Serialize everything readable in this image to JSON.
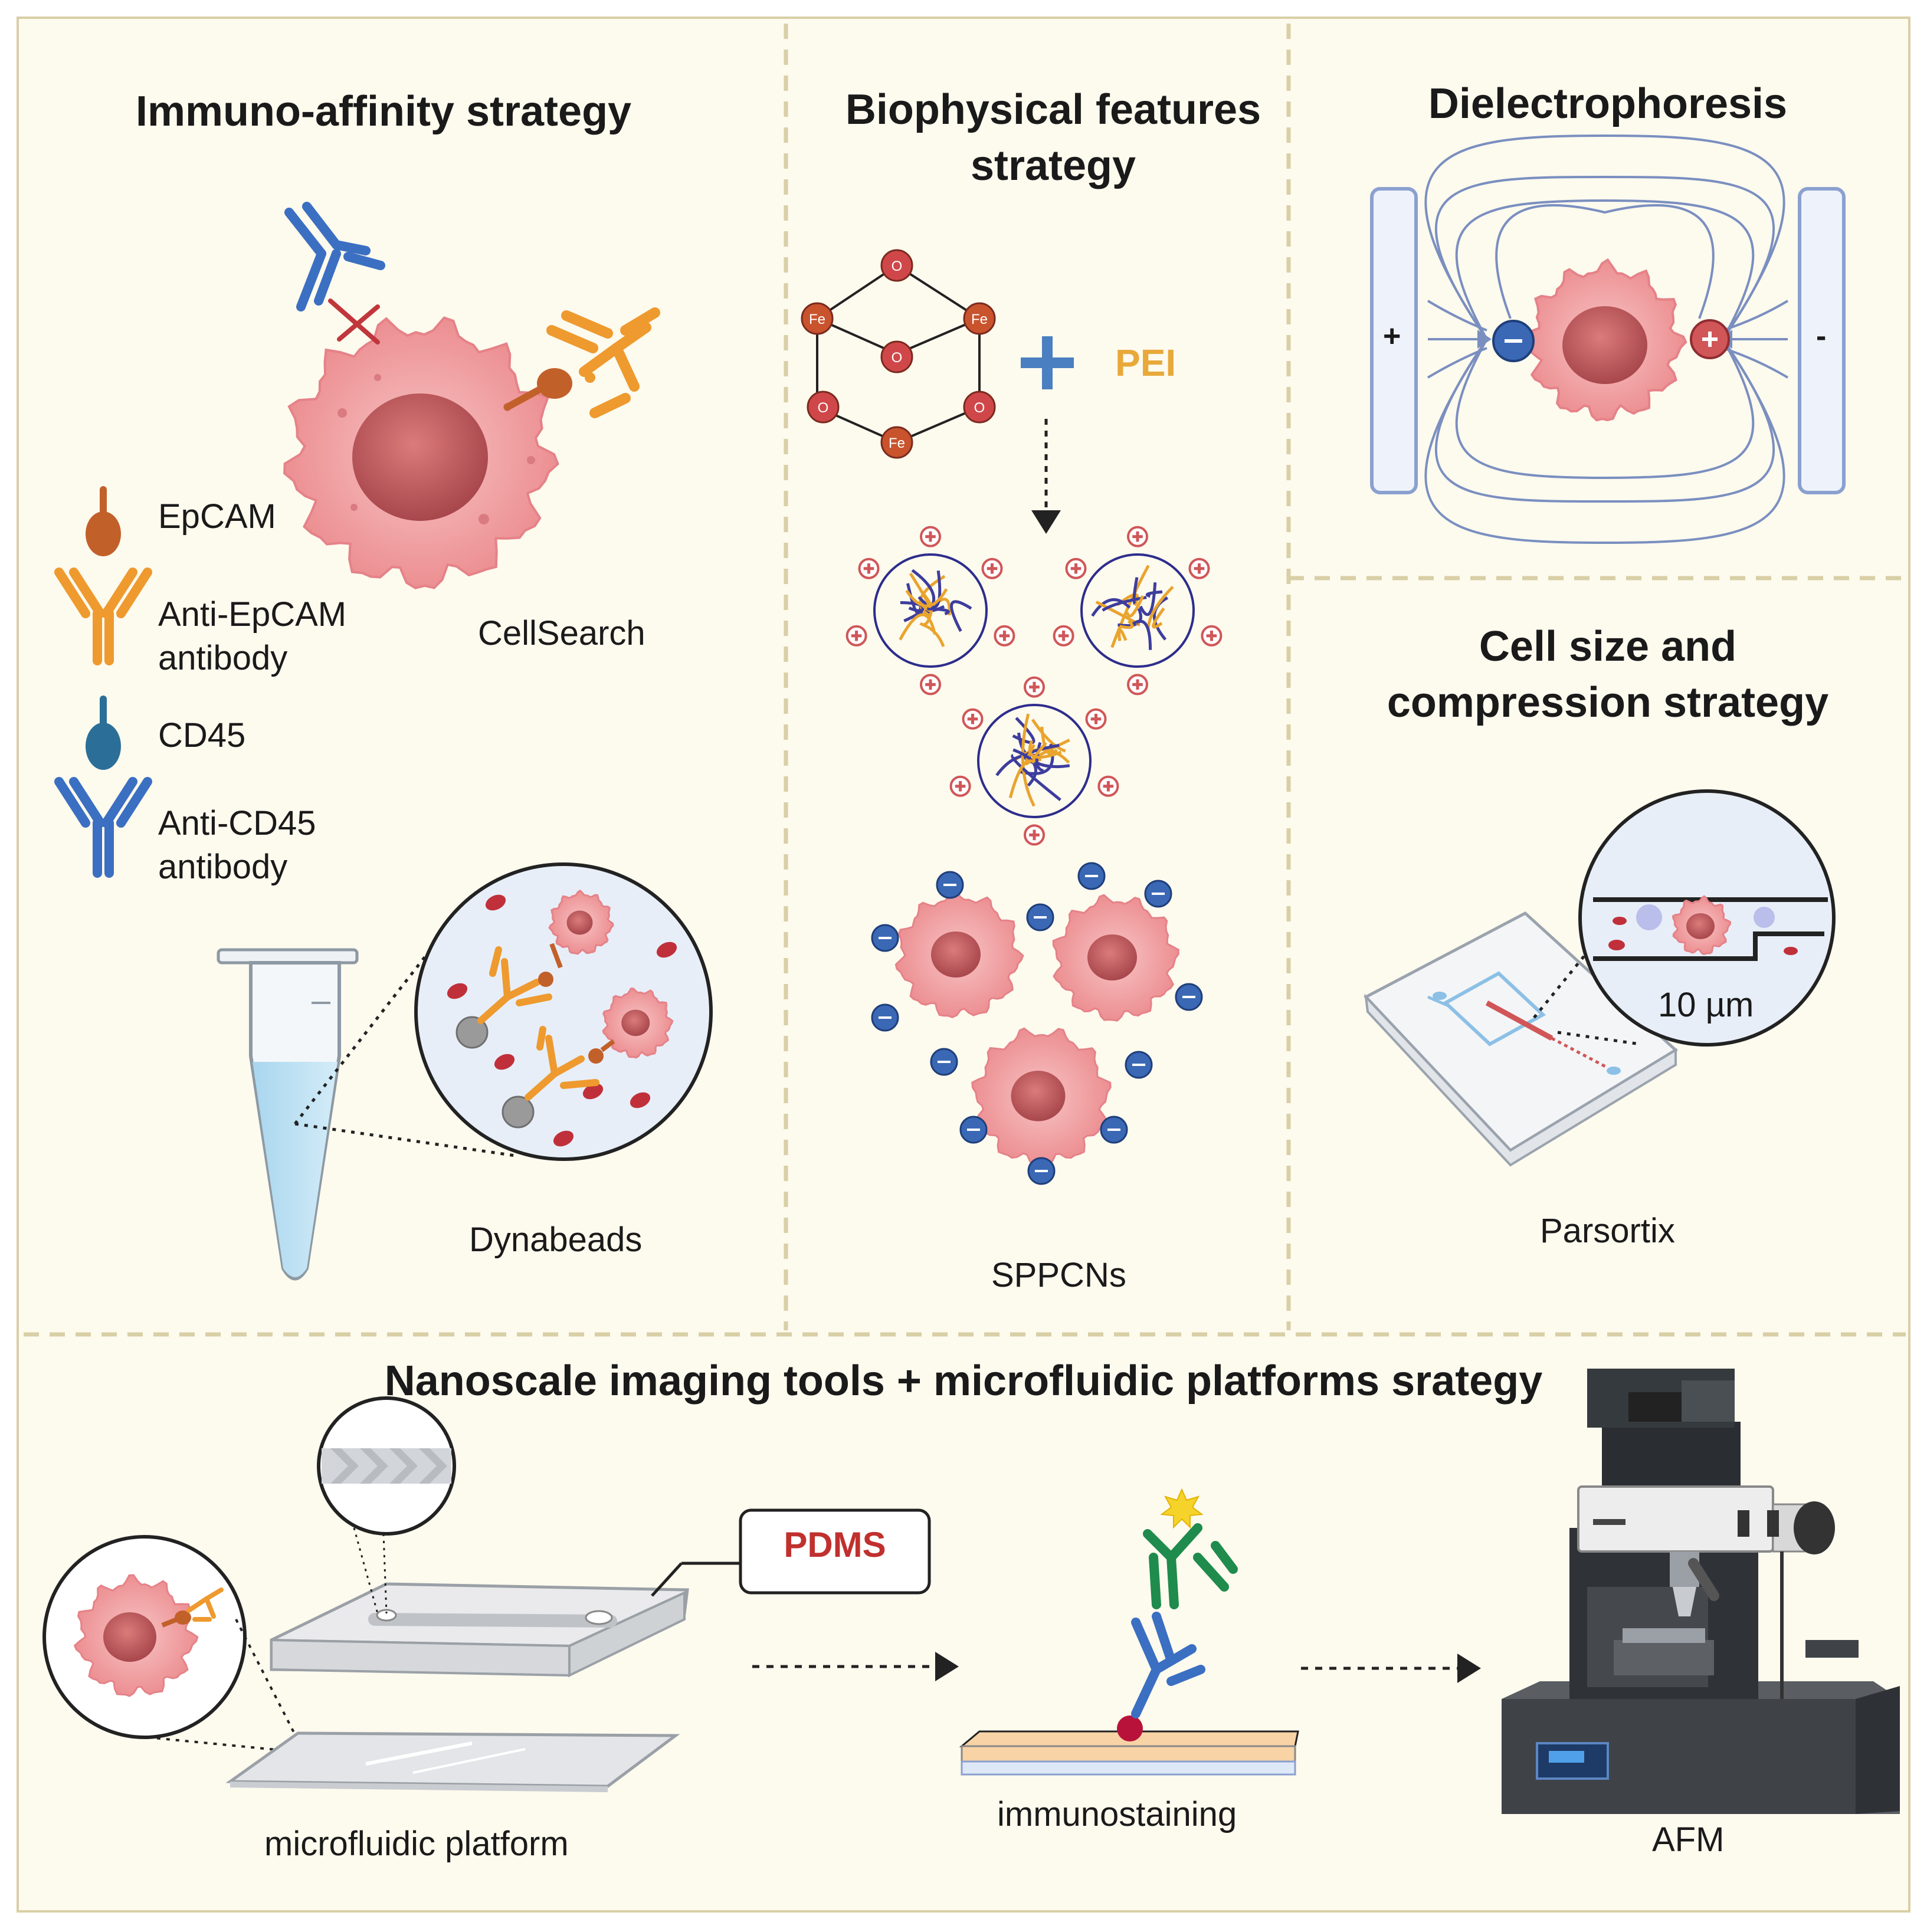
{
  "panels": {
    "immuno": {
      "title": "Immuno-affinity strategy",
      "legend": [
        "EpCAM",
        "Anti-EpCAM antibody",
        "CD45",
        "Anti-CD45 antibody"
      ],
      "legend_lines": {
        "epcam": "EpCAM",
        "anti_epcam_1": "Anti-EpCAM",
        "anti_epcam_2": "antibody",
        "cd45": "CD45",
        "anti_cd45_1": "Anti-CD45",
        "anti_cd45_2": "antibody"
      },
      "cellsearch": "CellSearch",
      "dynabeads": "Dynabeads"
    },
    "biophysical": {
      "title_1": "Biophysical features",
      "title_2": "strategy",
      "plus_sign": "+",
      "pei": "PEI",
      "fe": "Fe",
      "o": "O",
      "sppcns": "SPPCNs"
    },
    "dielectro": {
      "title": "Dielectrophoresis",
      "plus_electrode": "+",
      "minus_electrode": "-"
    },
    "cellsize": {
      "title_1": "Cell size and",
      "title_2": "compression strategy",
      "gap_label": "10 µm",
      "parsortix": "Parsortix"
    },
    "nanoscale": {
      "title": "Nanoscale imaging tools + microfluidic platforms srategy",
      "pdms": "PDMS",
      "microfluidic": "microfluidic platform",
      "immunostaining": "immunostaining",
      "afm": "AFM"
    }
  },
  "colors": {
    "background": "#fdfaee",
    "divider": "#d9cfa6",
    "cell_body": "#f4a3a3",
    "nucleus": "#c45a5a",
    "epcam": "#c2602a",
    "anti_epcam": "#ee9a2f",
    "cd45": "#2b6f99",
    "anti_cd45": "#3b6fc2",
    "pdms_text": "#c0302e",
    "pei_text": "#e8a93a",
    "plus_blue": "#4a7fc1",
    "positive_charge": "#d05658",
    "negative_charge": "#3a68b5"
  }
}
